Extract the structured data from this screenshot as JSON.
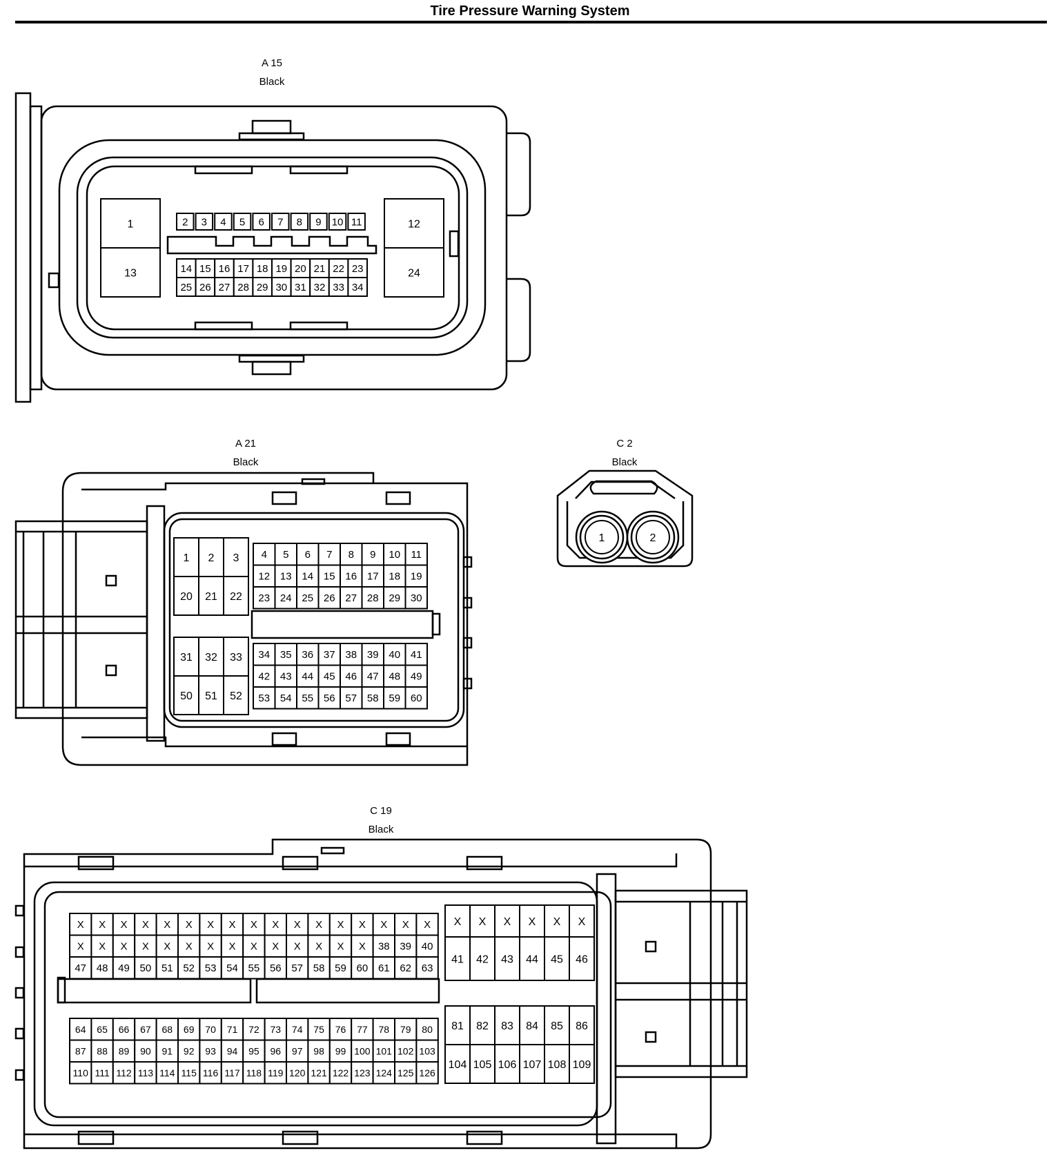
{
  "title": "Tire Pressure Warning System",
  "connectors": {
    "a15": {
      "id": "A 15",
      "color": "Black",
      "big_pins": [
        "1",
        "13",
        "12",
        "24"
      ],
      "row1": [
        "2",
        "3",
        "4",
        "5",
        "6",
        "7",
        "8",
        "9",
        "10",
        "11"
      ],
      "row2": [
        "14",
        "15",
        "16",
        "17",
        "18",
        "19",
        "20",
        "21",
        "22",
        "23"
      ],
      "row3": [
        "25",
        "26",
        "27",
        "28",
        "29",
        "30",
        "31",
        "32",
        "33",
        "34"
      ]
    },
    "a21": {
      "id": "A 21",
      "color": "Black",
      "left_top": [
        [
          "1",
          "2",
          "3"
        ],
        [
          "20",
          "21",
          "22"
        ]
      ],
      "left_bottom": [
        [
          "31",
          "32",
          "33"
        ],
        [
          "50",
          "51",
          "52"
        ]
      ],
      "right_top": [
        [
          "4",
          "5",
          "6",
          "7",
          "8",
          "9",
          "10",
          "11"
        ],
        [
          "12",
          "13",
          "14",
          "15",
          "16",
          "17",
          "18",
          "19"
        ],
        [
          "23",
          "24",
          "25",
          "26",
          "27",
          "28",
          "29",
          "30"
        ]
      ],
      "right_bottom": [
        [
          "34",
          "35",
          "36",
          "37",
          "38",
          "39",
          "40",
          "41"
        ],
        [
          "42",
          "43",
          "44",
          "45",
          "46",
          "47",
          "48",
          "49"
        ],
        [
          "53",
          "54",
          "55",
          "56",
          "57",
          "58",
          "59",
          "60"
        ]
      ]
    },
    "c2": {
      "id": "C 2",
      "color": "Black",
      "pins": [
        "1",
        "2"
      ]
    },
    "c19": {
      "id": "C 19",
      "color": "Black",
      "top_grid": [
        [
          "X",
          "X",
          "X",
          "X",
          "X",
          "X",
          "X",
          "X",
          "X",
          "X",
          "X",
          "X",
          "X",
          "X",
          "X",
          "X",
          "X"
        ],
        [
          "X",
          "X",
          "X",
          "X",
          "X",
          "X",
          "X",
          "X",
          "X",
          "X",
          "X",
          "X",
          "X",
          "X",
          "38",
          "39",
          "40"
        ],
        [
          "47",
          "48",
          "49",
          "50",
          "51",
          "52",
          "53",
          "54",
          "55",
          "56",
          "57",
          "58",
          "59",
          "60",
          "61",
          "62",
          "63"
        ]
      ],
      "bottom_grid": [
        [
          "64",
          "65",
          "66",
          "67",
          "68",
          "69",
          "70",
          "71",
          "72",
          "73",
          "74",
          "75",
          "76",
          "77",
          "78",
          "79",
          "80"
        ],
        [
          "87",
          "88",
          "89",
          "90",
          "91",
          "92",
          "93",
          "94",
          "95",
          "96",
          "97",
          "98",
          "99",
          "100",
          "101",
          "102",
          "103"
        ],
        [
          "110",
          "111",
          "112",
          "113",
          "114",
          "115",
          "116",
          "117",
          "118",
          "119",
          "120",
          "121",
          "122",
          "123",
          "124",
          "125",
          "126"
        ]
      ],
      "right_top": [
        [
          "X",
          "X",
          "X",
          "X",
          "X",
          "X"
        ],
        [
          "41",
          "42",
          "43",
          "44",
          "45",
          "46"
        ]
      ],
      "right_bottom": [
        [
          "81",
          "82",
          "83",
          "84",
          "85",
          "86"
        ],
        [
          "104",
          "105",
          "106",
          "107",
          "108",
          "109"
        ]
      ]
    }
  }
}
